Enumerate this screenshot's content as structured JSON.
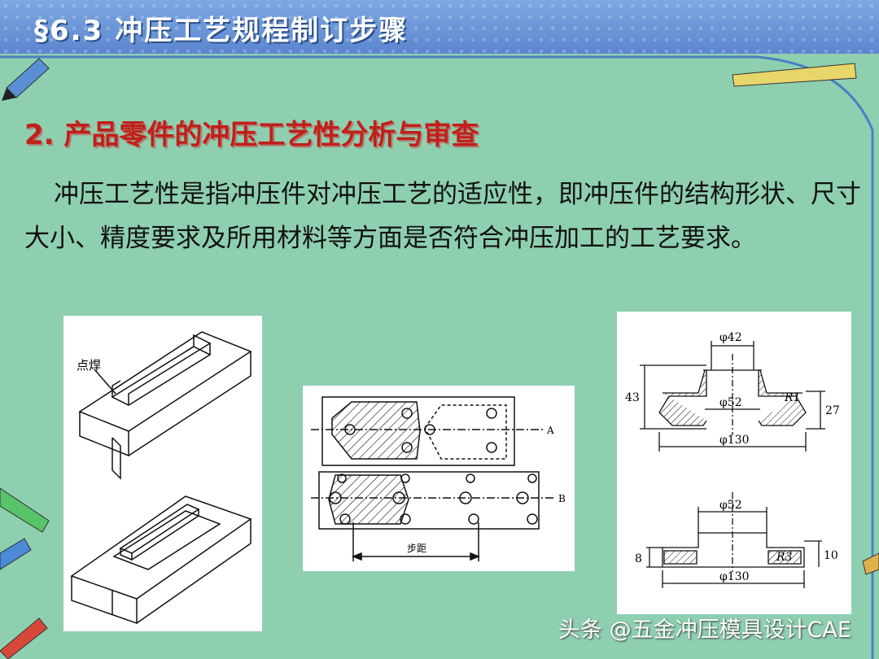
{
  "header": {
    "title": "§6.3 冲压工艺规程制订步骤"
  },
  "section": {
    "title": "2. 产品零件的冲压工艺性分析与审查"
  },
  "body": {
    "paragraph": "冲压工艺性是指冲压件对冲压工艺的适应性，即冲压件的结构形状、尺寸大小、精度要求及所用材料等方面是否符合冲压加工的工艺要求。"
  },
  "figure1": {
    "label": "点焊"
  },
  "figure2": {
    "label_a": "A",
    "label_b": "B",
    "label_pitch": "步距"
  },
  "figure3": {
    "top": {
      "d1": "φ42",
      "d2": "φ52",
      "d3": "φ130",
      "r": "R1",
      "h1": "43",
      "h2": "27"
    },
    "bottom": {
      "d1": "φ52",
      "d2": "φ130",
      "r": "R3",
      "h1": "8",
      "h2": "10"
    }
  },
  "watermark": {
    "text": "头条 @五金冲压模具设计CAE"
  }
}
